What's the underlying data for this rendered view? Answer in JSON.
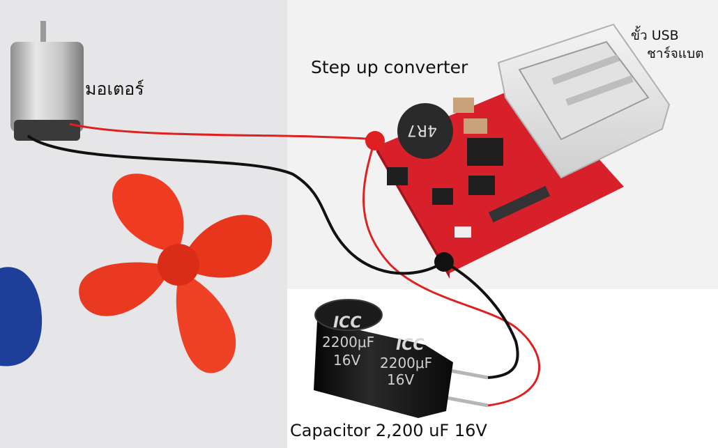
{
  "labels": {
    "motor": "มอเตอร์",
    "converter": "Step up converter",
    "usb_line1": "ขั้ว USB",
    "usb_line2": "ชาร์จแบต",
    "capacitor": "Capacitor  2,200 uF  16V"
  },
  "capacitor_markings": {
    "brand": "ICC",
    "capacitance": "2200μF",
    "voltage": "16V"
  },
  "inductor_marking": "4R7",
  "colors": {
    "background_left": "#e6e6e8",
    "background_right": "#f2f2f2",
    "pcb": "#d8202a",
    "fan": "#ee3b22",
    "blue_object": "#1d3f9a",
    "wire_positive": "#e02020",
    "wire_negative": "#111111",
    "capacitor_body": "#151515",
    "motor_body": "#c8c8c8"
  }
}
